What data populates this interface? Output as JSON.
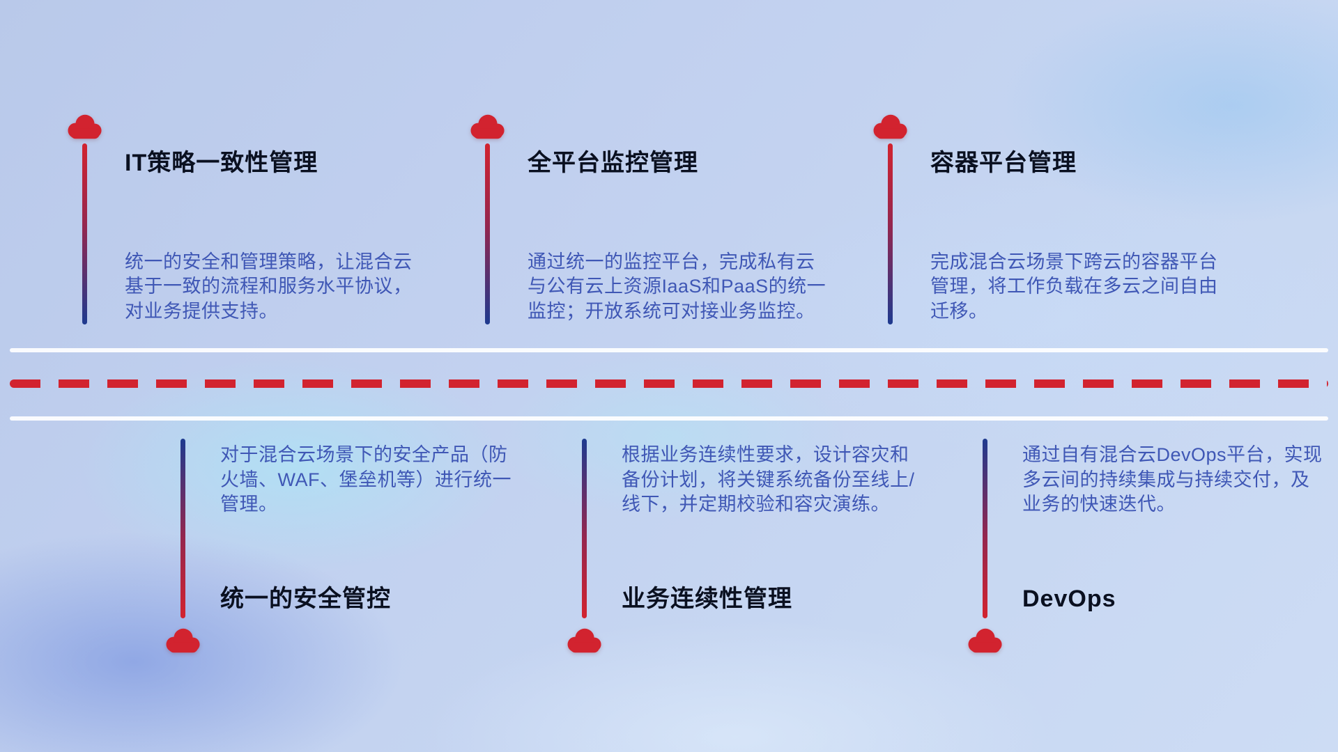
{
  "top_items": [
    {
      "title": "IT策略一致性管理",
      "description": "统一的安全和管理策略，让混合云基于一致的流程和服务水平协议，对业务提供支持。"
    },
    {
      "title": "全平台监控管理",
      "description": "通过统一的监控平台，完成私有云与公有云上资源IaaS和PaaS的统一监控；开放系统可对接业务监控。"
    },
    {
      "title": "容器平台管理",
      "description": "完成混合云场景下跨云的容器平台管理，将工作负载在多云之间自由迁移。"
    }
  ],
  "bottom_items": [
    {
      "title": "统一的安全管控",
      "description": "对于混合云场景下的安全产品（防火墙、WAF、堡垒机等）进行统一管理。"
    },
    {
      "title": "业务连续性管理",
      "description": "根据业务连续性要求，设计容灾和备份计划，将关键系统备份至线上/线下，并定期校验和容灾演练。"
    },
    {
      "title": "DevOps",
      "description": "通过自有混合云DevOps平台，实现多云间的持续集成与持续交付，及业务的快速迭代。"
    }
  ],
  "colors": {
    "accent_red": "#d2232f",
    "accent_blue": "#1e3a8f",
    "title_text": "#0a1020",
    "description_text": "#3f57b5",
    "road_line": "#ffffff"
  }
}
